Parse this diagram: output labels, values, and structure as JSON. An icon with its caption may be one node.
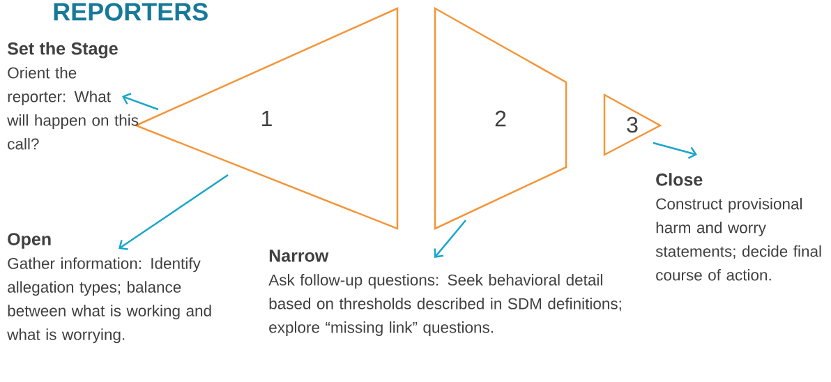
{
  "diagram": {
    "title": "REPORTERS",
    "nodes": [
      {
        "text": [
          "1"
        ]
      },
      {
        "text": [
          "2"
        ]
      },
      {
        "text": [
          "3"
        ]
      },
      {
        "text": [
          "Set the Stage",
          "Orient the reporter: What will happen on this call?"
        ]
      },
      {
        "text": [
          "Open",
          "Gather information: Identify allegation types; balance between what is working and what is worrying."
        ]
      },
      {
        "text": [
          "Narrow",
          "Ask follow-up questions: Seek behavioral detail based on thresholds described in SDM definitions; explore “missing link” questions."
        ]
      },
      {
        "text": [
          "Close",
          "Construct provisional harm and worry statements; decide final course of action."
        ]
      }
    ],
    "edges": [
      {
        "from": 0,
        "to": 3,
        "arrow": "to"
      },
      {
        "from": 0,
        "to": 4,
        "arrow": "to"
      },
      {
        "from": 1,
        "to": 5,
        "arrow": "to"
      },
      {
        "from": 2,
        "to": 6,
        "arrow": "to"
      }
    ]
  }
}
